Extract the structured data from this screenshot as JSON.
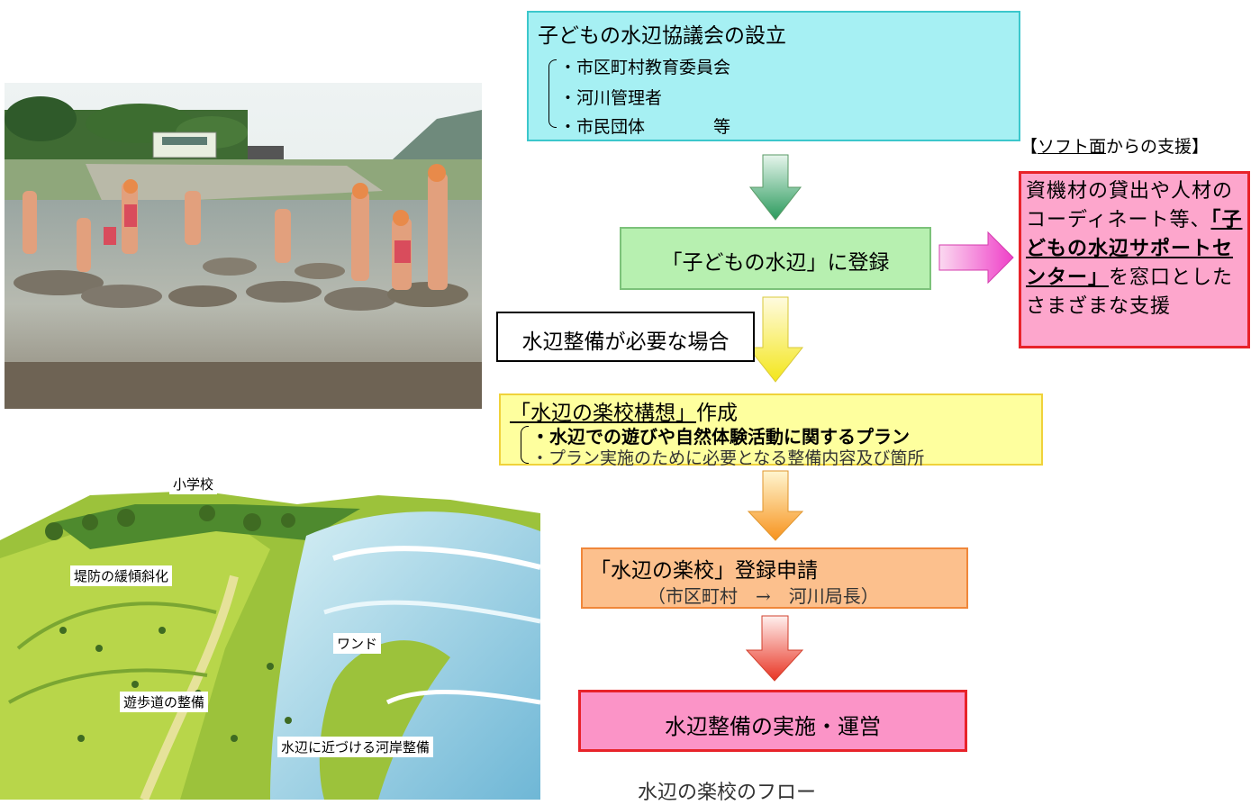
{
  "photo": {
    "alt": ""
  },
  "illustration": {
    "labels": {
      "school": "小学校",
      "embankment": "堤防の緩傾斜化",
      "wando": "ワンド",
      "promenade": "遊歩道の整備",
      "riverbank": "水辺に近づける河岸整備"
    }
  },
  "flow": {
    "council": {
      "title": "子どもの水辺協議会の設立",
      "items": [
        "・市区町村教育委員会",
        "・河川管理者",
        "・市民団体　　　　等"
      ]
    },
    "register": "「子どもの水辺」に登録",
    "condition": "水辺整備が必要な場合",
    "plan": {
      "title_underlined": "「水辺の楽校構想」",
      "title_rest": "作成",
      "items": [
        "・水辺での遊びや自然体験活動に関するプラン",
        "・プラン実施のために必要となる整備内容及び箇所"
      ]
    },
    "application": {
      "title": "「水辺の楽校」登録申請",
      "sub": "（市区町村　→　河川局長）"
    },
    "implementation": "水辺整備の実施・運営",
    "support_label": {
      "open": "【",
      "underlined": "ソフト面",
      "rest": "からの支援】"
    },
    "support_body": {
      "line_a": "資機材の貸出や人材のコーディネート等、",
      "highlight": "「子どもの水辺サポートセンター」",
      "line_b": "を窓口としたさまざまな支援"
    },
    "caption": "水辺の楽校のフロー"
  },
  "colors": {
    "box1": "#a6f0f3",
    "box2": "#b7f0b0",
    "box3": "#feff9e",
    "box4": "#fcc08d",
    "box5": "#fb94c7",
    "support": "#fda6cc"
  }
}
